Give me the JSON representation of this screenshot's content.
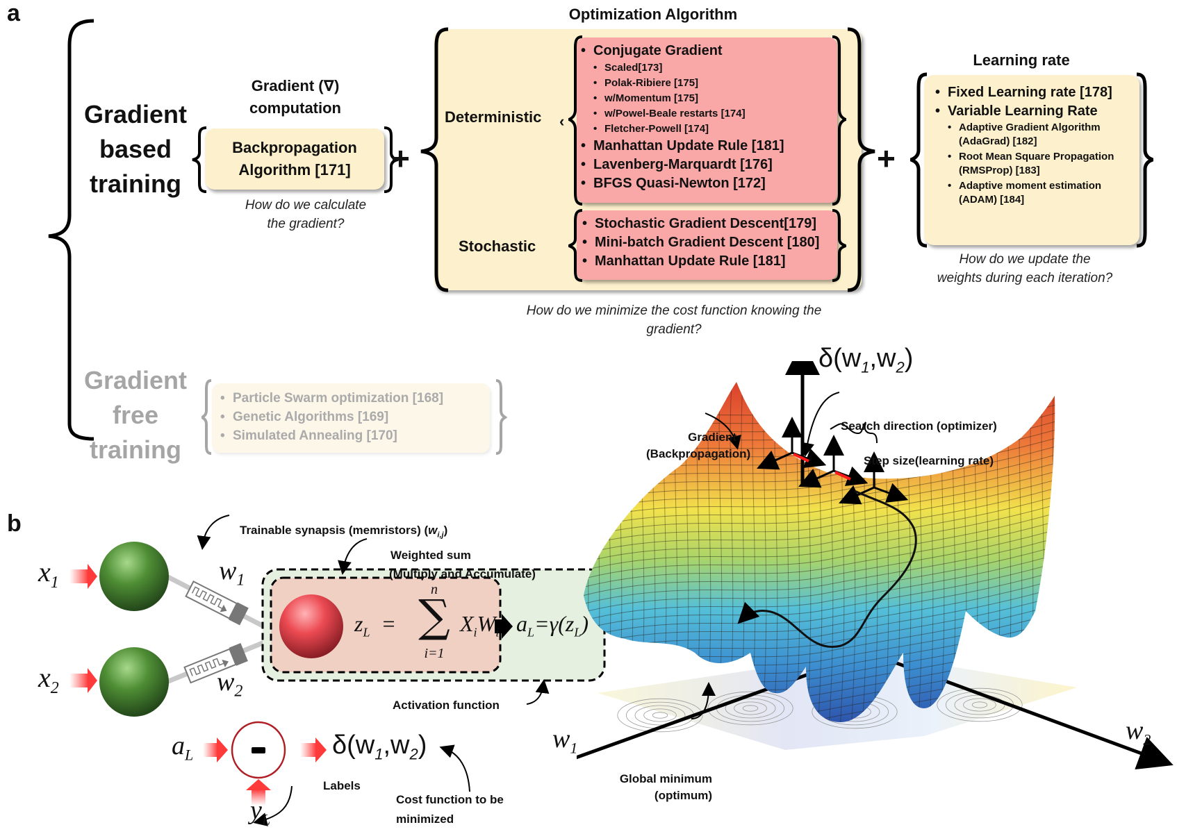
{
  "panel_a": {
    "label": "a",
    "gradient_based": {
      "title_lines": [
        "Gradient",
        "based",
        "training"
      ]
    },
    "gradient_computation": {
      "heading_line1": "Gradient (∇)",
      "heading_line2": "computation",
      "box_line1": "Backpropagation",
      "box_line2": "Algorithm [171]",
      "question_line1": "How do we calculate",
      "question_line2": "the gradient?"
    },
    "plus_symbol": "+",
    "optimization": {
      "heading": "Optimization Algorithm",
      "deterministic_label": "Deterministic",
      "deterministic_items": [
        {
          "text": "Conjugate Gradient",
          "level": 1
        },
        {
          "text": "Scaled[173]",
          "level": 2
        },
        {
          "text": "Polak-Ribiere [175]",
          "level": 2
        },
        {
          "text": "w/Momentum [175]",
          "level": 2
        },
        {
          "text": "w/Powel-Beale restarts [174]",
          "level": 2
        },
        {
          "text": "Fletcher-Powell [174]",
          "level": 2
        },
        {
          "text": "Manhattan Update Rule [181]",
          "level": 1
        },
        {
          "text": "Lavenberg-Marquardt [176]",
          "level": 1
        },
        {
          "text": "BFGS Quasi-Newton [172]",
          "level": 1
        }
      ],
      "stochastic_label": "Stochastic",
      "stochastic_items": [
        {
          "text": "Stochastic Gradient Descent[179]",
          "level": 1
        },
        {
          "text": "Mini-batch Gradient Descent [180]",
          "level": 1
        },
        {
          "text": "Manhattan Update Rule [181]",
          "level": 1
        }
      ],
      "question_line1": "How do we minimize the cost function knowing the",
      "question_line2": "gradient?"
    },
    "learning_rate": {
      "heading": "Learning rate",
      "items": [
        {
          "text": "Fixed Learning rate [178]",
          "level": 1
        },
        {
          "text": "Variable Learning Rate",
          "level": 1
        },
        {
          "text": "Adaptive Gradient Algorithm (AdaGrad) [182]",
          "level": 2
        },
        {
          "text": "Root Mean Square Propagation (RMSProp) [183]",
          "level": 2
        },
        {
          "text": "Adaptive moment estimation (ADAM) [184]",
          "level": 2
        }
      ],
      "question_line1": "How do we update the",
      "question_line2": "weights during each iteration?"
    },
    "gradient_free": {
      "title_lines": [
        "Gradient",
        "free",
        "training"
      ],
      "items": [
        "Particle Swarm optimization [168]",
        "Genetic Algorithms [169]",
        "Simulated Annealing [170]"
      ]
    }
  },
  "panel_b": {
    "label": "b",
    "inputs": {
      "x1": "x",
      "x1_sub": "1",
      "x2": "x",
      "x2_sub": "2"
    },
    "weights": {
      "w1": "w",
      "w1_sub": "1",
      "w2": "w",
      "w2_sub": "2"
    },
    "synapse_annotation": "Trainable synapsis (memristors) (",
    "synapse_annotation_var": "w",
    "synapse_annotation_sub": "i,j",
    "synapse_annotation_close": ")",
    "weighted_sum_line1": "Weighted sum",
    "weighted_sum_line2": "(Multiply and Accumulate)",
    "equation_lhs": "z",
    "equation_lhs_sub": "L",
    "equation_eq": "=",
    "sum_top": "n",
    "sum_symbol": "∑",
    "sum_bottom": "i=1",
    "sum_term": "X",
    "sum_term_sub1": "i",
    "sum_term2": "W",
    "sum_term_sub2": "i",
    "activation_eq": "a",
    "activation_sub": "L",
    "activation_rhs": "=γ(z",
    "activation_rhs_sub": "L",
    "activation_close": ")",
    "activation_label": "Activation function",
    "minus_symbol": "-",
    "aL": "a",
    "aL_sub": "L",
    "yL": "y",
    "yL_sub": "L",
    "labels_annotation": "Labels",
    "cost_expr": "δ(w",
    "cost_sub1": "1",
    "cost_mid": ",w",
    "cost_sub2": "2",
    "cost_close": ")",
    "cost_annotation_line1": "Cost function to be",
    "cost_annotation_line2": "minimized",
    "surface": {
      "z_axis_label": "δ(w",
      "z_sub1": "1",
      "z_mid": ",w",
      "z_sub2": "2",
      "z_close": ")",
      "w1_axis": "w",
      "w1_sub": "1",
      "w2_axis": "w",
      "w2_sub": "2",
      "gradient_line1": "Gradient",
      "gradient_line2": "(Backpropagation)",
      "search_direction": "Search direction (optimizer)",
      "step_size": "Step size(learning rate)",
      "global_min_line1": "Global minimum",
      "global_min_line2": "(optimum)"
    }
  },
  "colors": {
    "cream_box": "#fdf0cc",
    "pink_box": "#f9a7a7",
    "faded_text": "#a5a5a5",
    "neuron_green": "#3f7a2a",
    "neuron_red": "#e8414a",
    "mac_box": "#f1d0c4",
    "activation_box": "#e6f0e1"
  }
}
